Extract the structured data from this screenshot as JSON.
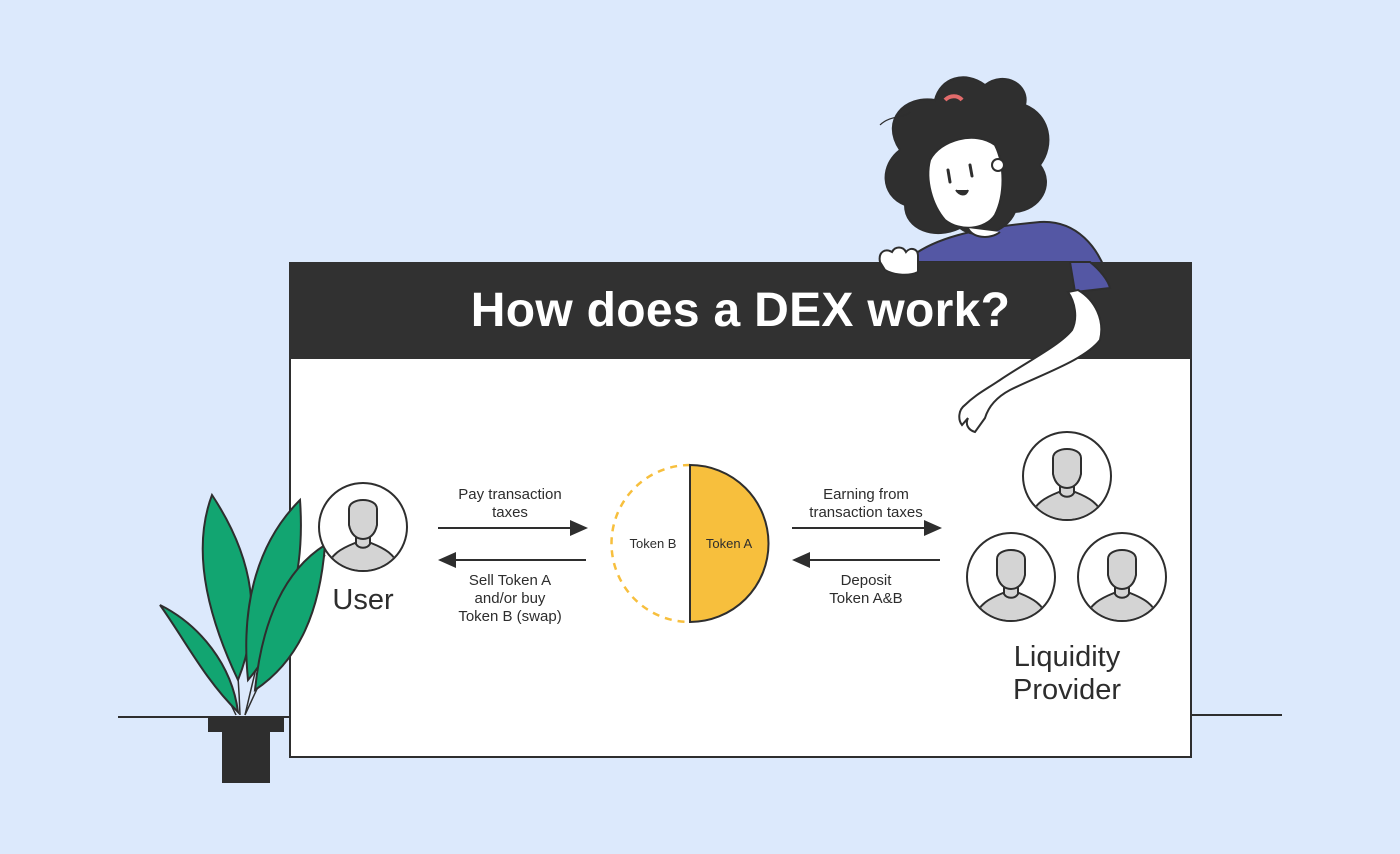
{
  "title": "How does a DEX work?",
  "user_label": "User",
  "lp_label_line1": "Liquidity",
  "lp_label_line2": "Provider",
  "arrows": {
    "user_to_pool_line1": "Pay transaction",
    "user_to_pool_line2": "taxes",
    "pool_to_user_line1": "Sell Token A",
    "pool_to_user_line2": "and/or buy",
    "pool_to_user_line3": "Token B (swap)",
    "pool_to_lp_line1": "Earning from",
    "pool_to_lp_line2": "transaction taxes",
    "lp_to_pool_line1": "Deposit",
    "lp_to_pool_line2": "Token A&B"
  },
  "pool": {
    "token_b": "Token B",
    "token_a": "Token A"
  },
  "colors": {
    "background": "#dce9fc",
    "header": "#313131",
    "token_a": "#f7bf3d",
    "plant": "#12a571",
    "shirt": "#5457a4"
  }
}
